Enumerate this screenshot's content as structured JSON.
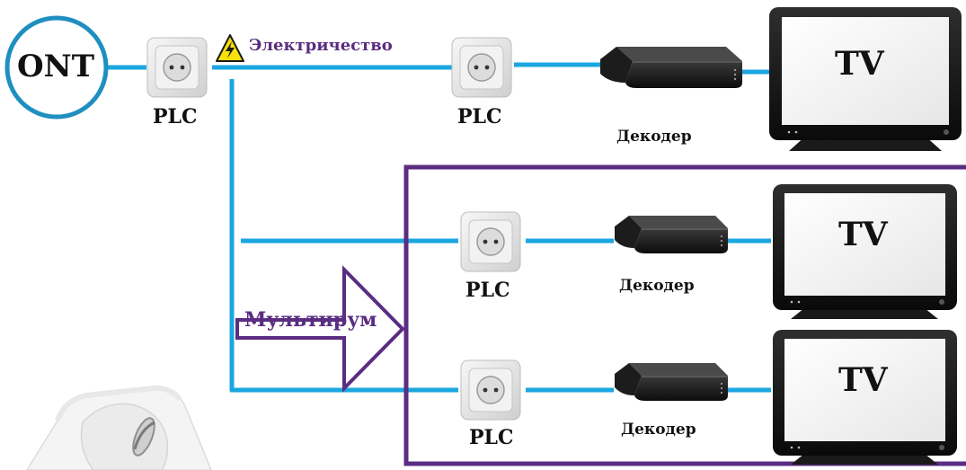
{
  "ont": {
    "label": "ONT"
  },
  "electricity": {
    "label": "Электричество",
    "icon": "high-voltage-warning-icon"
  },
  "multiroom": {
    "label": "Мультирум"
  },
  "plc": {
    "label": "PLC"
  },
  "decoder": {
    "label": "Декодер"
  },
  "tv": {
    "label": "TV"
  },
  "colors": {
    "cable": "#1aa7e0",
    "ont_ring": "#1f8fbf",
    "frame": "#5a2d82",
    "warning": "#f7e00c"
  }
}
